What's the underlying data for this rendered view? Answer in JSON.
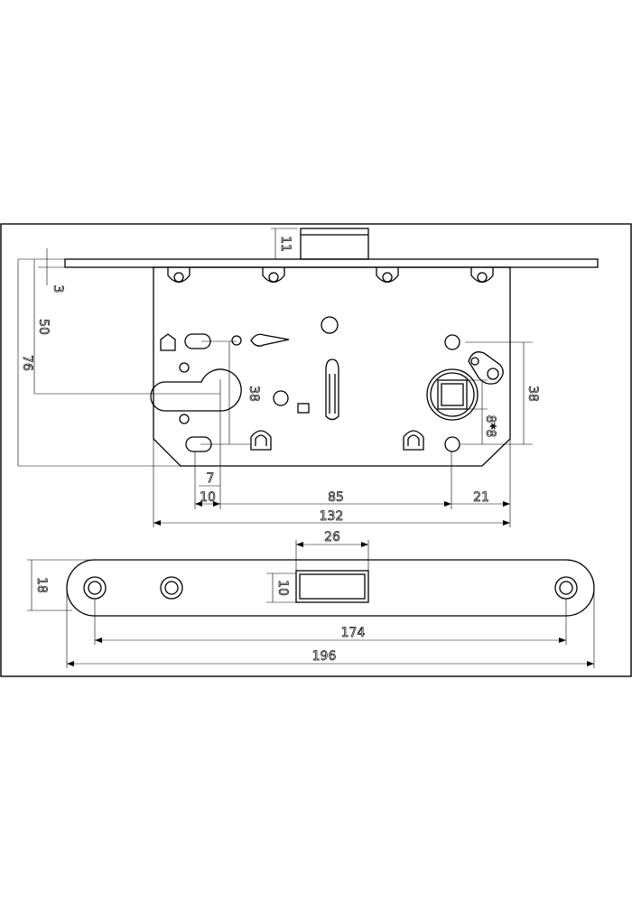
{
  "lock_body": {
    "dimensions": {
      "faceplate_offset": "11",
      "top_gap": "3",
      "handle_height": "50",
      "cylinder_height": "76",
      "cylinder_to_handle": "38",
      "spindle_to_screw": "38",
      "spindle_square": "8*8",
      "hole_offset": "7",
      "backset": "10",
      "center_distance": "85",
      "spindle_offset": "21",
      "body_width": "132"
    }
  },
  "strike_plate": {
    "dimensions": {
      "opening_width": "26",
      "opening_height": "10",
      "plate_height": "18",
      "hole_spacing": "174",
      "plate_length": "196"
    }
  }
}
